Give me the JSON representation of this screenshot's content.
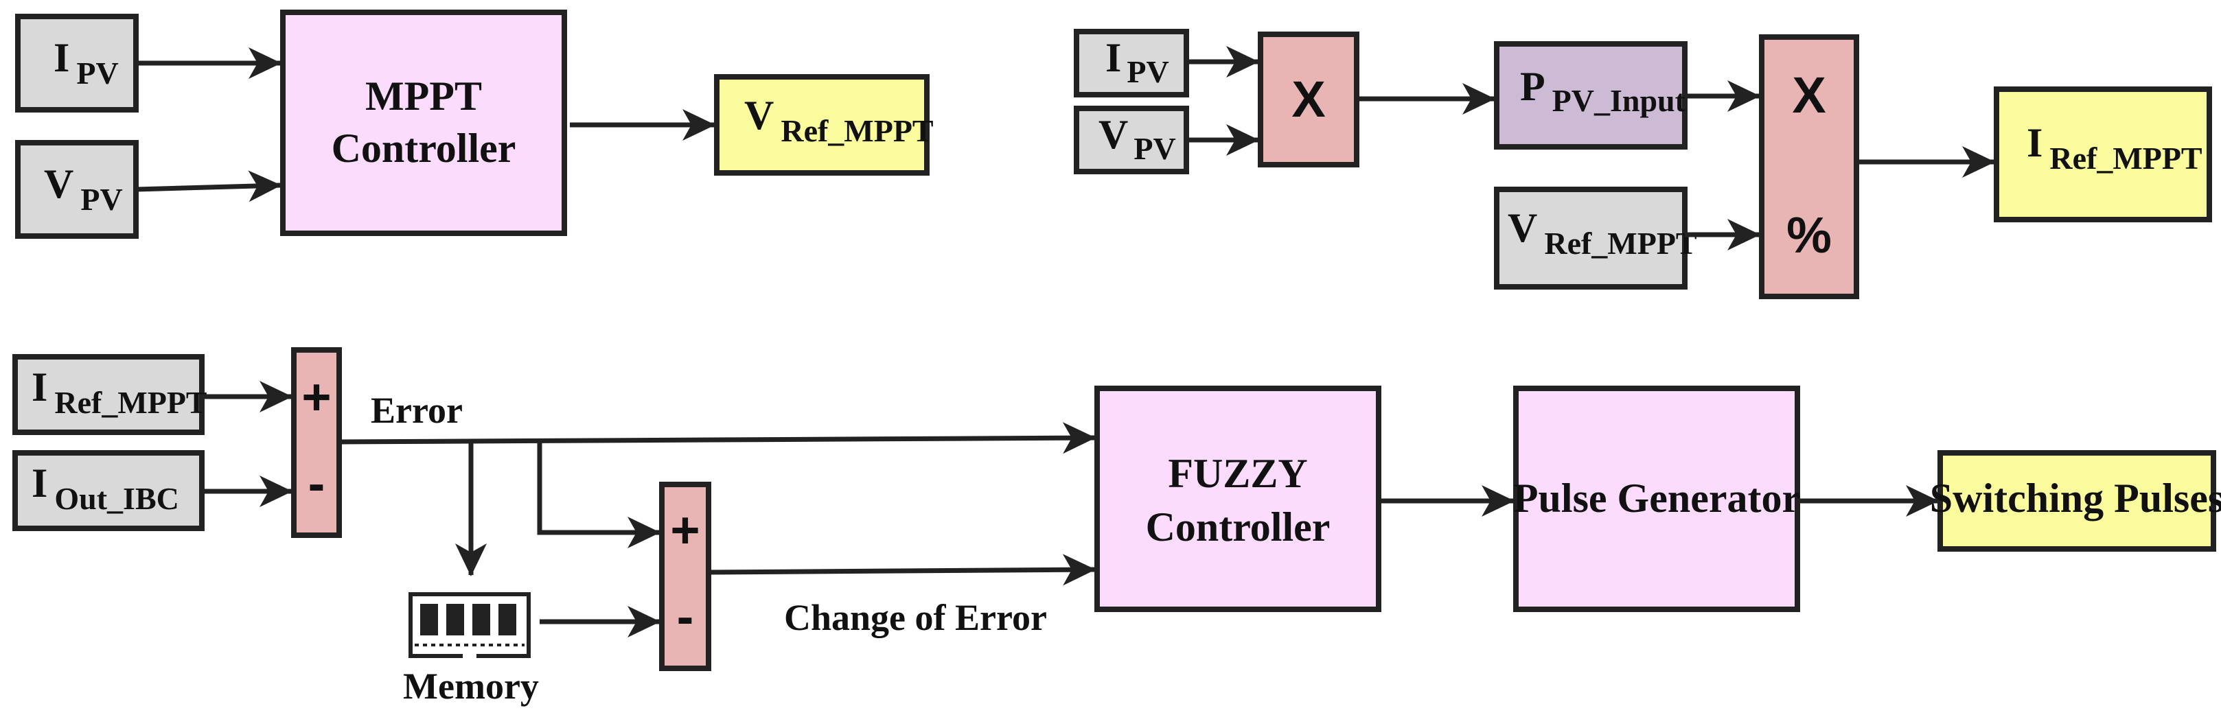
{
  "colors": {
    "input_fill": "#d9d9d9",
    "controller_fill": "#fcdcfc",
    "output_fill": "#fafb9c",
    "operator_fill": "#e8b4b4",
    "power_fill": "#cdbbd5",
    "stroke": "#222222"
  },
  "top_left": {
    "ipv": {
      "main": "I",
      "sub": "PV"
    },
    "vpv": {
      "main": "V",
      "sub": "PV"
    },
    "mppt": {
      "line1": "MPPT",
      "line2": "Controller"
    },
    "vref": {
      "main": "V",
      "sub": "Ref_MPPT"
    }
  },
  "top_right": {
    "ipv": {
      "main": "I",
      "sub": "PV"
    },
    "vpv": {
      "main": "V",
      "sub": "PV"
    },
    "multiply": "X",
    "ppv": {
      "main": "P",
      "sub": "PV_Input"
    },
    "vref": {
      "main": "V",
      "sub": "Ref_MPPT"
    },
    "divider": {
      "top": "X",
      "bottom": "%"
    },
    "iref": {
      "main": "I",
      "sub": "Ref_MPPT"
    }
  },
  "bottom": {
    "iref": {
      "main": "I",
      "sub": "Ref_MPPT"
    },
    "iout": {
      "main": "I",
      "sub": "Out_IBC"
    },
    "sum1": {
      "plus": "+",
      "minus": "-"
    },
    "error_label": "Error",
    "sum2": {
      "plus": "+",
      "minus": "-"
    },
    "memory_label": "Memory",
    "change_label": "Change of Error",
    "fuzzy": {
      "line1": "FUZZY",
      "line2": "Controller"
    },
    "pulse": "Pulse Generator",
    "switching": "Switching Pulses"
  }
}
